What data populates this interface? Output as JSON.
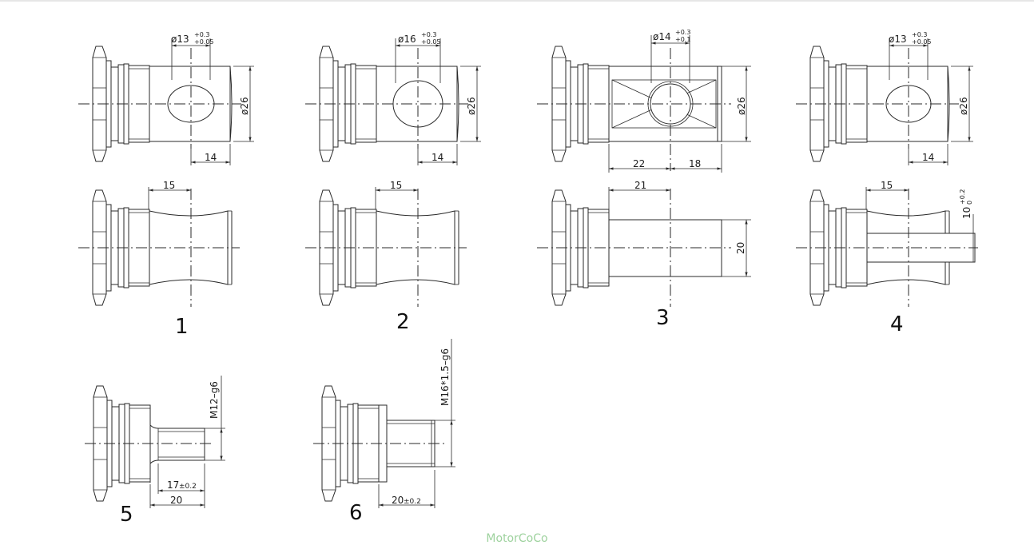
{
  "diagram": {
    "title": "",
    "items": [
      {
        "label": "1",
        "hole_dia_base": "ø13",
        "hole_tol_upper": "+0.3",
        "hole_tol_lower": "+0.05",
        "shaft_dia": "ø26",
        "offset": "14",
        "flat": "15"
      },
      {
        "label": "2",
        "hole_dia_base": "ø16",
        "hole_tol_upper": "+0.3",
        "hole_tol_lower": "+0.05",
        "shaft_dia": "ø26",
        "offset": "14",
        "flat": "15"
      },
      {
        "label": "3",
        "hole_dia_base": "ø14",
        "hole_tol_upper": "+0.3",
        "hole_tol_lower": "+0.1",
        "shaft_dia": "ø26",
        "left_len": "22",
        "right_len": "18",
        "flat": "21",
        "height": "20"
      },
      {
        "label": "4",
        "hole_dia_base": "ø13",
        "hole_tol_upper": "+0.3",
        "hole_tol_lower": "+0.05",
        "shaft_dia": "ø26",
        "offset": "14",
        "flat": "15",
        "slot_base": "10",
        "slot_tol_upper": "+0.2",
        "slot_tol_lower": "0"
      },
      {
        "label": "5",
        "thread": "M12–g6",
        "thread_len_base": "17",
        "thread_len_tol": "±0.2",
        "length": "20"
      },
      {
        "label": "6",
        "thread": "M16*1.5–g6",
        "length_base": "20",
        "length_tol": "±0.2"
      }
    ]
  },
  "watermark": "MotorCoCo",
  "colors": {
    "line": "#2a2a2a",
    "watermark": "#9ed29e",
    "background": "#ffffff"
  }
}
